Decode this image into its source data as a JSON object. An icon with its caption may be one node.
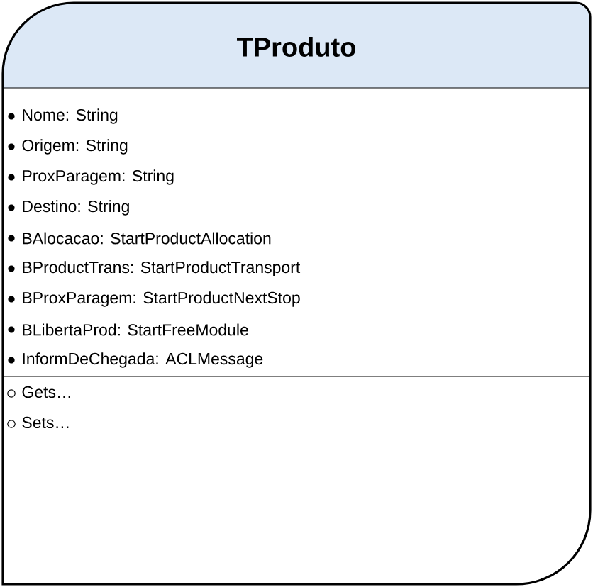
{
  "diagram": {
    "nodes": [
      {
        "text": [
          "TProduto",
          "Nome: String",
          "Origem: String",
          "ProxParagem: String",
          "Destino: String",
          "BAlocacao: StartProductAllocation",
          "BProductTrans: StartProductTransport",
          "BProxParagem: StartProductNextStop",
          "BLibertaProd: StartFreeModule",
          "InformDeChegada: ACLMessage",
          "Gets…",
          "Sets…"
        ]
      }
    ]
  }
}
